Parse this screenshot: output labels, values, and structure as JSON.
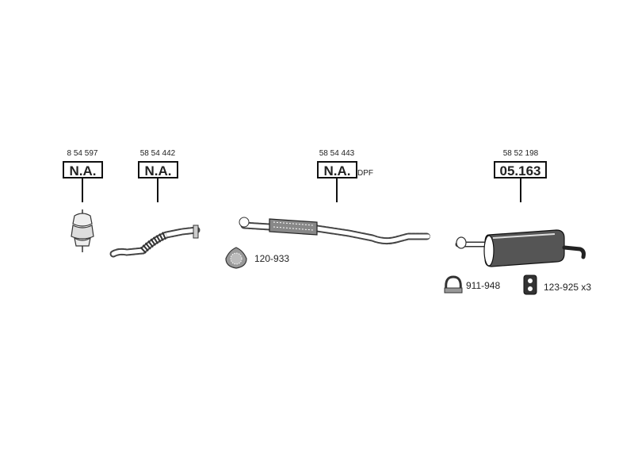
{
  "parts": [
    {
      "code": "8 54 597",
      "label": "N.A."
    },
    {
      "code": "58 54 442",
      "label": "N.A."
    },
    {
      "code": "58 54  443",
      "label": "N.A.",
      "note": "DPF"
    },
    {
      "code": "58 52 198",
      "label": "05.163"
    }
  ],
  "accessories": [
    {
      "label": "120-933",
      "icon": "gasket-icon"
    },
    {
      "label": "911-948",
      "icon": "clamp-icon"
    },
    {
      "label": "123-925 x3",
      "icon": "rubber-hanger-icon"
    }
  ]
}
